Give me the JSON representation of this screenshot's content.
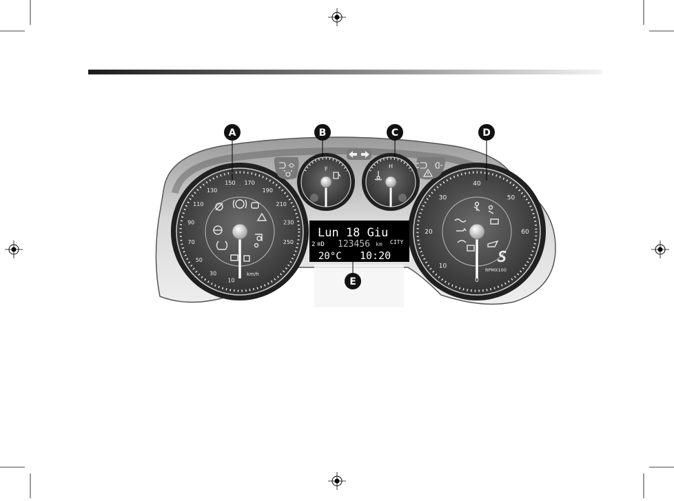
{
  "header_bar": {
    "gradient": [
      "#1a1a1a",
      "#f2f2f2"
    ]
  },
  "callouts": [
    {
      "letter": "A",
      "target": "speedometer"
    },
    {
      "letter": "B",
      "target": "fuel-gauge"
    },
    {
      "letter": "C",
      "target": "coolant-temperature-gauge"
    },
    {
      "letter": "D",
      "target": "rev-counter"
    },
    {
      "letter": "E",
      "target": "multifunction-display"
    }
  ],
  "speedometer": {
    "ticks": [
      {
        "label": "10",
        "value": 10
      },
      {
        "label": "30",
        "value": 30
      },
      {
        "label": "50",
        "value": 50
      },
      {
        "label": "70",
        "value": 70
      },
      {
        "label": "90",
        "value": 90
      },
      {
        "label": "110",
        "value": 110
      },
      {
        "label": "130",
        "value": 130
      },
      {
        "label": "150",
        "value": 150
      },
      {
        "label": "170",
        "value": 170
      },
      {
        "label": "190",
        "value": 190
      },
      {
        "label": "210",
        "value": 210
      },
      {
        "label": "230",
        "value": 230
      },
      {
        "label": "250",
        "value": 250
      }
    ],
    "unit": "km/h",
    "needle_value": 0,
    "warning_icons": [
      "airbag-off-icon",
      "brake-icon",
      "esp-icon",
      "hazard-triangle-icon",
      "steering-icon",
      "tyre-pressure-icon",
      "dpf-icon",
      "low-fuel-icon",
      "door-open-icon",
      "glow-plug-icon"
    ]
  },
  "fuel_gauge": {
    "mark_full": "F",
    "level": 0.5,
    "icon": "fuel-pump-icon"
  },
  "temp_gauge": {
    "mark_hot": "H",
    "level": 0.5,
    "icon": "coolant-temperature-icon"
  },
  "rev_counter": {
    "ticks": [
      {
        "label": "0",
        "value": 0
      },
      {
        "label": "10",
        "value": 10
      },
      {
        "label": "20",
        "value": 20
      },
      {
        "label": "30",
        "value": 30
      },
      {
        "label": "40",
        "value": 40
      },
      {
        "label": "50",
        "value": 50
      },
      {
        "label": "60",
        "value": 60
      }
    ],
    "unit": "RPMX100",
    "needle_value": 0,
    "warning_icons": [
      "seatbelt-icon",
      "airbag-icon",
      "preheat-icon",
      "battery-icon",
      "engine-check-icon",
      "oil-pressure-icon",
      "fuel-filter-icon",
      "cruise-control-icon"
    ]
  },
  "top_indicators": {
    "left": [
      "front-fog-light-icon",
      "side-lights-icon",
      "bulb-failure-icon"
    ],
    "center": [
      "turn-left-icon",
      "turn-right-icon"
    ],
    "right": [
      "main-beam-icon",
      "rear-fog-light-icon",
      "general-warning-icon"
    ]
  },
  "display": {
    "line1": "Lun 18 Giu",
    "gear": "2",
    "lamp": "≡D",
    "odometer": "123456",
    "odometer_unit": "km",
    "mode": "CITY",
    "temperature": "20°C",
    "time": "10:20"
  },
  "sport_logo": "S"
}
